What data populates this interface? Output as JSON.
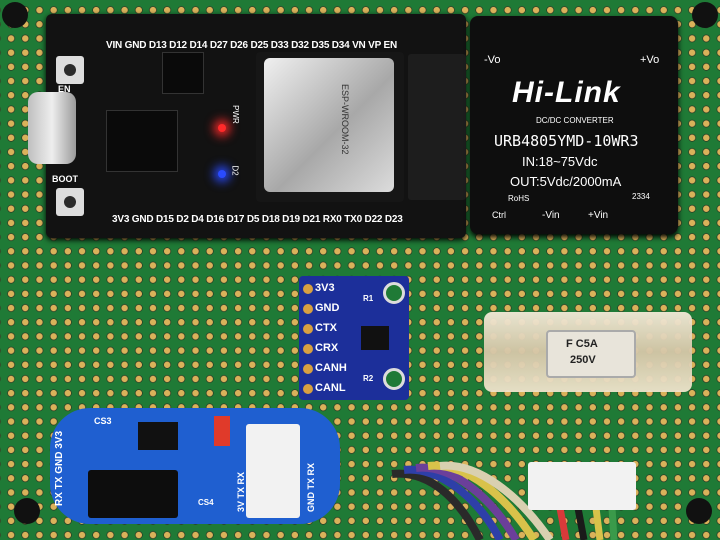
{
  "esp32": {
    "pins_top": "VIN GND D13 D12 D14 D27 D26 D25 D33 D32 D35 D34 VN VP EN",
    "pins_bottom": "3V3 GND D15 D2 D4 D16 D17 D5 D18 D19 D21 RX0 TX0 D22 D23",
    "en_button_label": "EN",
    "boot_button_label": "BOOT",
    "led_pwr_label": "PWR",
    "led_d2_label": "D2",
    "module_label": "ESP-WROOM-32",
    "led_pwr_color": "#ff2a2a",
    "led_d2_color": "#2a4bff"
  },
  "hilink": {
    "brand": "Hi-Link",
    "subtitle": "DC/DC CONVERTER",
    "model": "URB4805YMD-10WR3",
    "input": "IN:18~75Vdc",
    "output": "OUT:5Vdc/2000mA",
    "rohs": "RoHS",
    "code": "2334",
    "pin_minus_vo": "-Vo",
    "pin_plus_vo": "+Vo",
    "pin_ctrl": "Ctrl",
    "pin_minus_vin": "-Vin",
    "pin_plus_vin": "+Vin"
  },
  "can_module": {
    "pins": [
      "3V3",
      "GND",
      "CTX",
      "CRX",
      "CANH",
      "CANL"
    ],
    "r1": "R1",
    "r2": "R2"
  },
  "rs485_module": {
    "left_pins": "RX TX GND 3V3",
    "right_pins_a": "3V TX RX",
    "right_pins_b": "GND TX RX",
    "cs3": "CS3",
    "cs4": "CS4"
  },
  "fuse": {
    "text_line1": "F C5A",
    "text_line2": "250V"
  }
}
